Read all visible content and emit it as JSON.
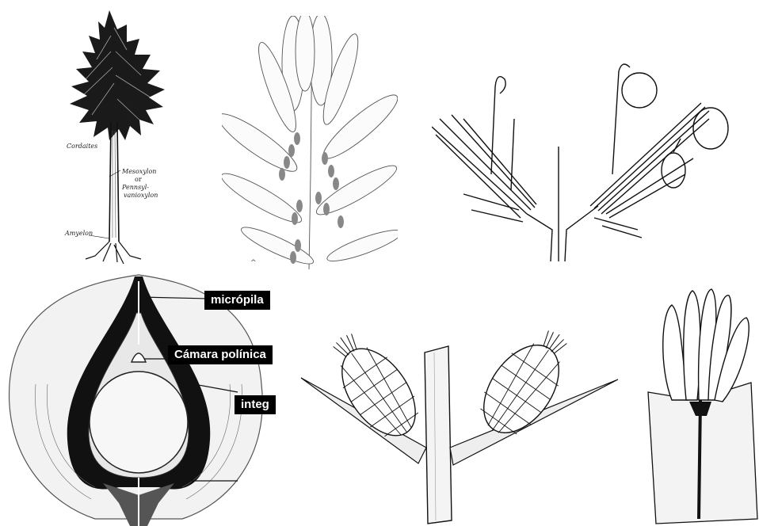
{
  "figure": {
    "panels": [
      {
        "name": "cordaites-tree",
        "labels": {
          "genus": "Cordaites",
          "stem_1": "Mesoxylon",
          "or": "or",
          "stem_2a": "Pennsyl-",
          "stem_2b": "vanioxylon",
          "root": "Amyelon"
        }
      },
      {
        "name": "leafy-shoot-with-cones",
        "labels": {
          "mark": "^"
        }
      },
      {
        "name": "pollen-organ-branches"
      },
      {
        "name": "ovule-section",
        "labels": {
          "micropyle": "micrópila",
          "pollen_chamber": "Cámara polínica",
          "integument": "integ"
        }
      },
      {
        "name": "axis-with-two-strobili"
      },
      {
        "name": "ovule-in-bract"
      }
    ]
  },
  "colors": {
    "ink": "#111111",
    "callout_bg": "#000000",
    "callout_text": "#ffffff",
    "stipple": "#9a9a9a"
  }
}
